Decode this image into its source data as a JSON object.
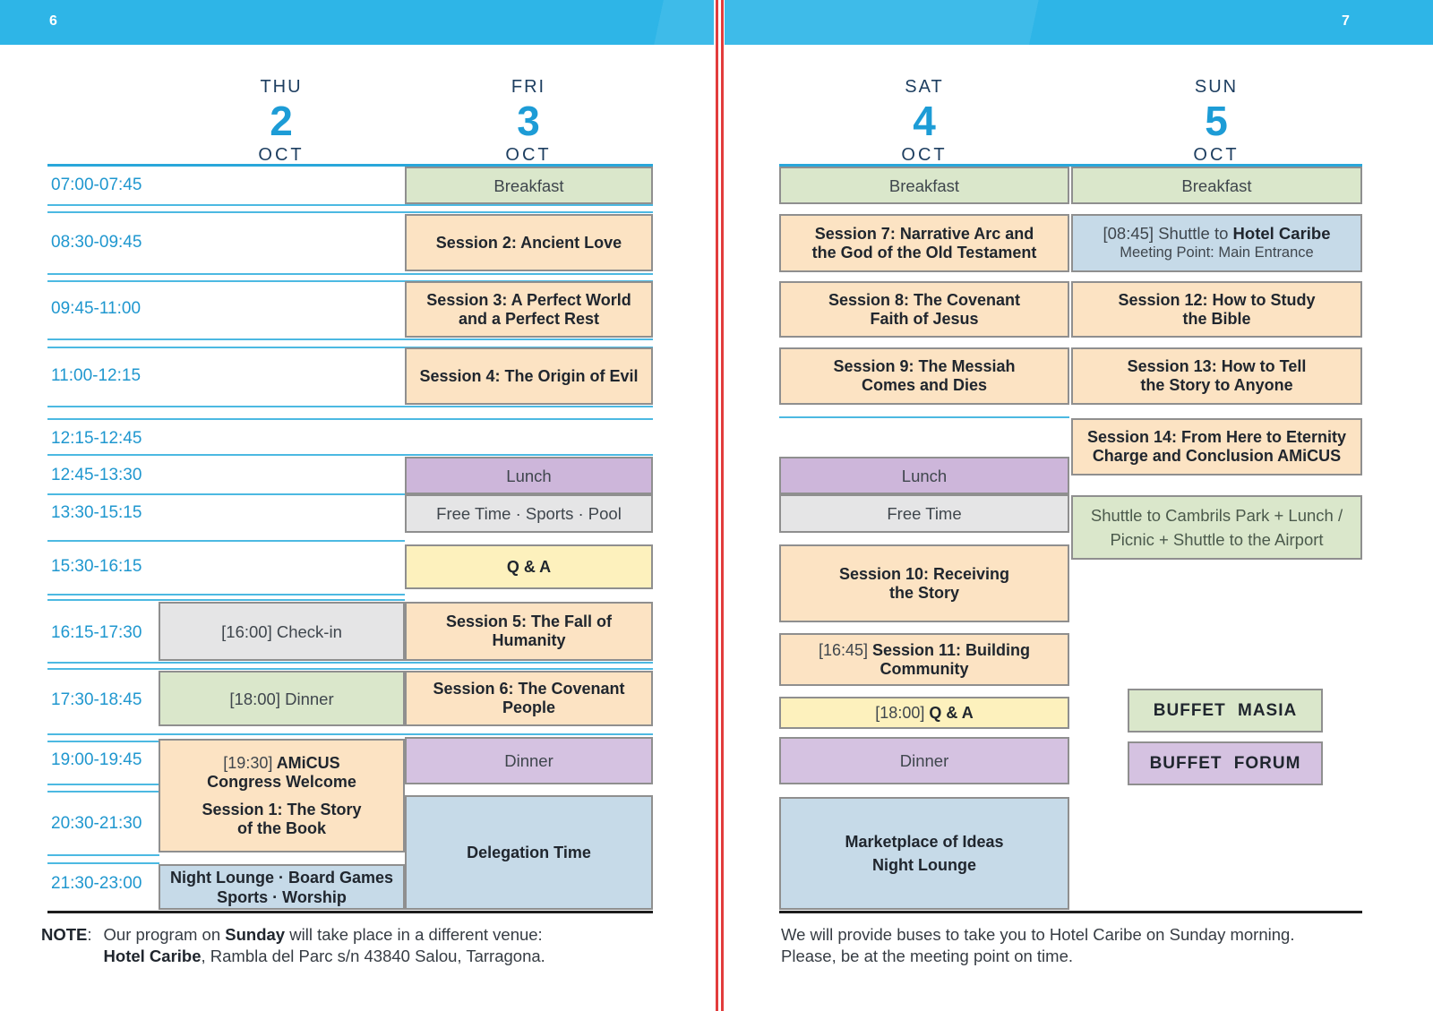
{
  "colors": {
    "headerCyan": "#2eb5e7",
    "lineCyan": "#4cb9e2",
    "lineThick": "#29a7da",
    "blackLine": "#1d1d1d",
    "timeBlue": "#1f97cf",
    "dateNavy": "#1d3e60",
    "dateNum": "#1d9cd6",
    "green": "#dae7cb",
    "orange": "#fce3c3",
    "purple": "#cdb6da",
    "purpleLight": "#d5c2e1",
    "gray": "#e5e5e6",
    "yellow": "#fdf1bd",
    "blue": "#c6dae8",
    "border": "#8f8f8f",
    "textDark": "#20262e",
    "textRegular": "#3f464d",
    "textGreen": "#4b5a4c",
    "textNote": "#363c43",
    "red": "#e23c3c"
  },
  "page6": {
    "page_number": "6",
    "days": [
      {
        "dow": "THU",
        "num": "2",
        "mon": "OCT"
      },
      {
        "dow": "FRI",
        "num": "3",
        "mon": "OCT"
      }
    ],
    "times": [
      "07:00-07:45",
      "08:30-09:45",
      "09:45-11:00",
      "11:00-12:15",
      "12:15-12:45",
      "12:45-13:30",
      "13:30-15:15",
      "15:30-16:15",
      "16:15-17:30",
      "17:30-18:45",
      "19:00-19:45",
      "20:30-21:30",
      "21:30-23:00"
    ],
    "thu": {
      "checkin": "[16:00] Check-in",
      "dinner": "[18:00] Dinner",
      "welcome_prefix": "[19:30]",
      "welcome_bold": "AMiCUS",
      "welcome_line2": "Congress Welcome",
      "session1_line1": "Session 1: The Story",
      "session1_line2": "of the Book",
      "night_line1": "Night Lounge · Board Games",
      "night_line2": "Sports · Worship"
    },
    "fri": {
      "breakfast": "Breakfast",
      "session2": "Session 2: Ancient Love",
      "session3_line1": "Session 3: A Perfect World",
      "session3_line2": "and a Perfect Rest",
      "session4": "Session 4: The Origin of Evil",
      "lunch": "Lunch",
      "freetime": "Free Time · Sports · Pool",
      "qa": "Q & A",
      "session5_line1": "Session 5: The Fall of",
      "session5_line2": "Humanity",
      "session6_line1": "Session 6: The Covenant",
      "session6_line2": "People",
      "dinner": "Dinner",
      "delegation": "Delegation Time"
    },
    "note": {
      "label": "NOTE",
      "colon": ":",
      "l1a": "Our program on ",
      "l1b": "Sunday",
      "l1c": " will take place in a different venue:",
      "l2a": "Hotel Caribe",
      "l2b": ", Rambla del Parc s/n 43840 Salou, Tarragona."
    }
  },
  "page7": {
    "page_number": "7",
    "days": [
      {
        "dow": "SAT",
        "num": "4",
        "mon": "OCT"
      },
      {
        "dow": "SUN",
        "num": "5",
        "mon": "OCT"
      }
    ],
    "sat": {
      "breakfast": "Breakfast",
      "session7_line1": "Session 7: Narrative Arc and",
      "session7_line2": "the God of the Old Testament",
      "session8_line1": "Session 8: The Covenant",
      "session8_line2": "Faith of Jesus",
      "session9_line1": "Session 9: The Messiah",
      "session9_line2": "Comes and Dies",
      "lunch": "Lunch",
      "freetime": "Free Time",
      "session10_line1": "Session 10: Receiving",
      "session10_line2": "the Story",
      "session11_prefix": "[16:45]",
      "session11_line1": "Session 11: Building",
      "session11_line2": "Community",
      "qa_prefix": "[18:00]",
      "qa": "Q & A",
      "dinner": "Dinner",
      "marketplace_line1": "Marketplace of Ideas",
      "marketplace_line2": "Night Lounge"
    },
    "sun": {
      "breakfast": "Breakfast",
      "shuttle_prefix": "[08:45] Shuttle to",
      "shuttle_bold": "Hotel Caribe",
      "shuttle_line2": "Meeting Point: Main Entrance",
      "session12_line1": "Session 12: How to Study",
      "session12_line2": "the Bible",
      "session13_line1": "Session 13: How to Tell",
      "session13_line2": "the Story to Anyone",
      "session14_line1": "Session 14: From Here to Eternity",
      "session14_line2": "Charge and Conclusion AMiCUS",
      "cambrils_line1": "Shuttle to Cambrils Park + Lunch /",
      "cambrils_line2": "Picnic + Shuttle to the Airport",
      "buffet_masia": "BUFFET MASIA",
      "buffet_forum": "BUFFET FORUM"
    },
    "note_line1": "We will provide buses to take you to Hotel Caribe on Sunday morning.",
    "note_line2": "Please, be at the meeting point on time."
  }
}
